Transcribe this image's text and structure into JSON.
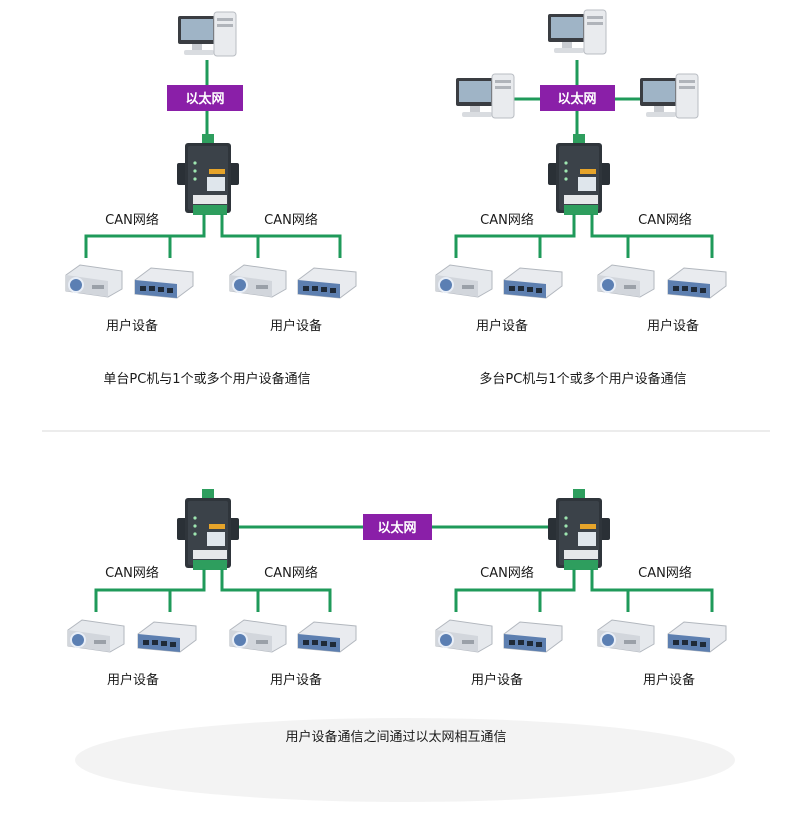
{
  "labels": {
    "ethernet": "以太网",
    "can_network": "CAN网络",
    "user_device": "用户设备"
  },
  "captions": {
    "single_pc": "单台PC机与1个或多个用户设备通信",
    "multi_pc": "多台PC机与1个或多个用户设备通信",
    "device_to_device": "用户设备通信之间通过以太网相互通信"
  },
  "colors": {
    "network_line": "#1f9a5a",
    "ethernet_box": "#8a1fa8",
    "divider": "#d9d9d9"
  },
  "icons": [
    "pc-icon",
    "converter-icon",
    "projector-icon",
    "switch-icon"
  ]
}
